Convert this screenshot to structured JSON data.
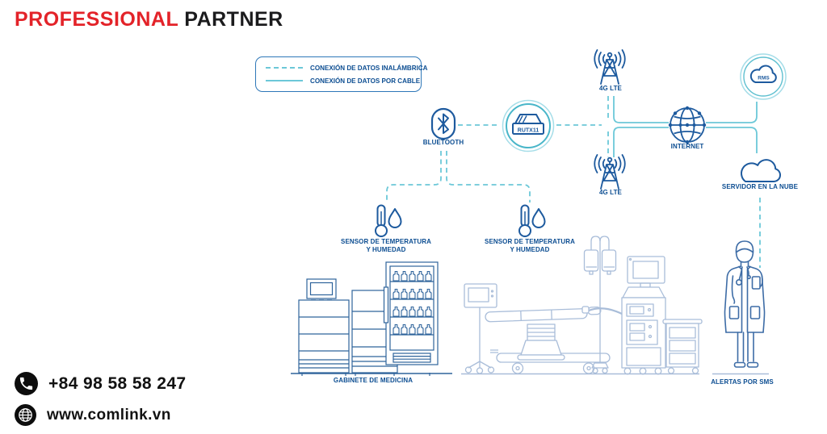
{
  "header": {
    "brand_red": "PROFESSIONAL",
    "brand_black": "PARTNER"
  },
  "legend": {
    "wireless_label": "CONEXIÓN DE DATOS INALÁMBRICA",
    "cable_label": "CONEXIÓN DE DATOS POR CABLE"
  },
  "nodes": {
    "bluetooth": {
      "label": "BLUETOOTH"
    },
    "router": {
      "label": "RUTX11"
    },
    "lte_top": {
      "label": "4G LTE"
    },
    "lte_bottom": {
      "label": "4G LTE"
    },
    "internet": {
      "label": "INTERNET"
    },
    "rms": {
      "label": "RMS"
    },
    "cloud_server": {
      "label": "SERVIDOR EN LA NUBE"
    },
    "sensor_left": {
      "line1": "SENSOR DE TEMPERATURA",
      "line2": "Y HUMEDAD"
    },
    "sensor_right": {
      "line1": "SENSOR DE TEMPERATURA",
      "line2": "Y HUMEDAD"
    },
    "cabinet": {
      "label": "GABINETE DE MEDICINA"
    },
    "alerts": {
      "label": "ALERTAS POR SMS"
    }
  },
  "contact": {
    "phone": "+84 98 58 58 247",
    "website": "www.comlink.vn"
  },
  "colors": {
    "accent_red": "#e32329",
    "text_black": "#1b1b1d",
    "icon_blue": "#1d5a9e",
    "label_navy": "#0d4e92",
    "wire_teal": "#6cc8d8",
    "ring_teal_light": "#a5dde8",
    "ring_teal": "#4db6c8",
    "equipment_blue": "#a9bdd9",
    "cabinet_blue": "#2e639b",
    "doctor_blue": "#3d6ca6"
  }
}
